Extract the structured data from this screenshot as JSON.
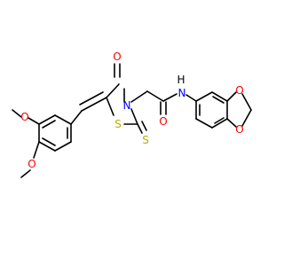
{
  "molecule": {
    "atoms": {
      "o_ketone": "O",
      "n_ring": "N",
      "s_ring": "S",
      "s_thione": "S",
      "o_amide": "O",
      "n_amide": "N",
      "h_amide": "H",
      "o_diox_top": "O",
      "o_diox_bottom": "O",
      "o_methoxy_upper": "O",
      "o_methoxy_lower": "O"
    },
    "colors": {
      "bond": "#000000",
      "oxygen": "#ff0000",
      "nitrogen": "#0000ff",
      "sulfur": "#b2b200",
      "hydrogen": "#000000"
    }
  }
}
